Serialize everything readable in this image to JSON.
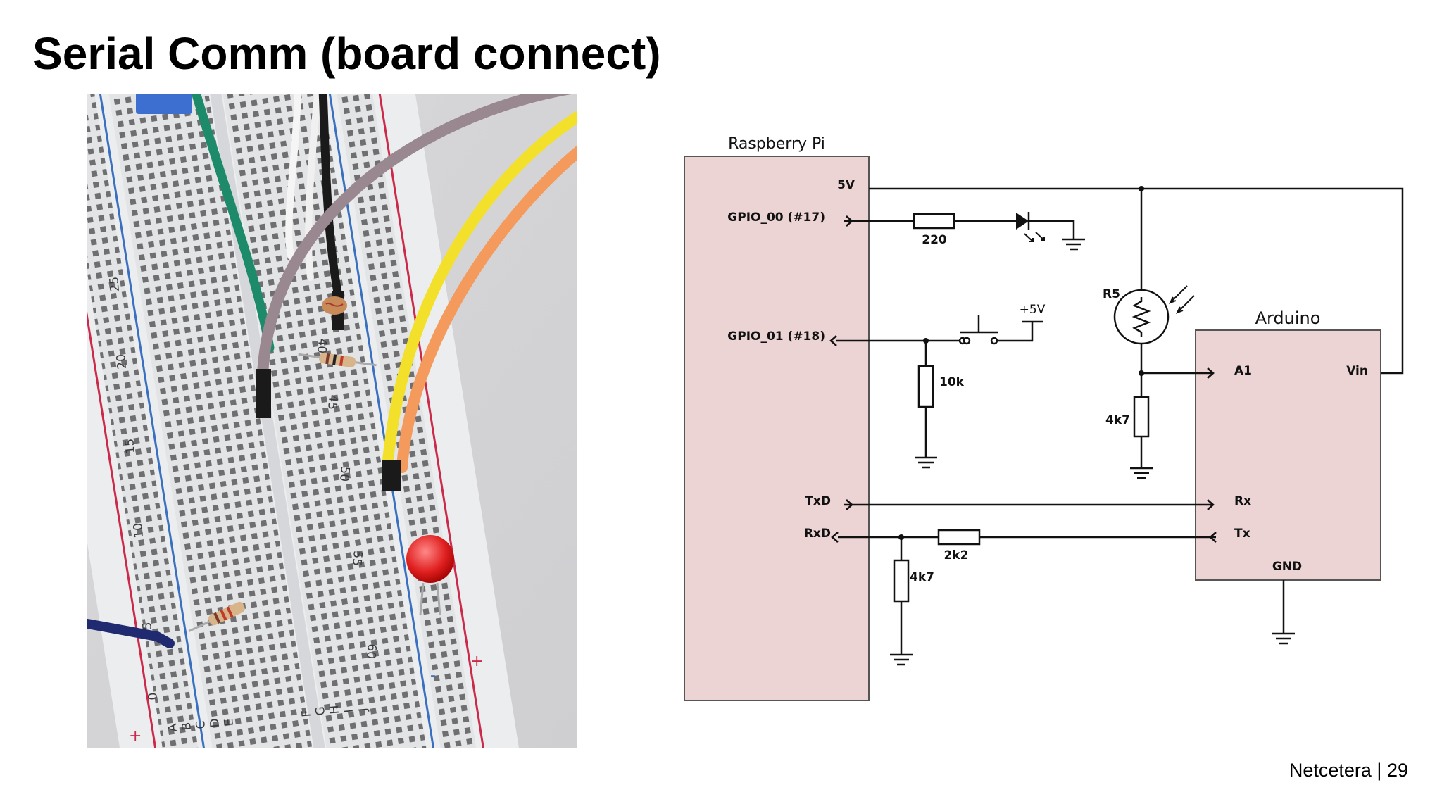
{
  "slide": {
    "title": "Serial Comm (board connect)",
    "footer": {
      "company": "Netcetera",
      "separator": "|",
      "page_number": "29"
    }
  },
  "photo": {
    "subject": "breadboard-with-wires-resistors-photoresistor-and-red-led",
    "row_numbers": [
      "0",
      "5",
      "10",
      "15",
      "20",
      "25",
      "40",
      "45",
      "50",
      "55",
      "60"
    ],
    "column_letters_left": [
      "A",
      "B",
      "C",
      "D",
      "E"
    ],
    "column_letters_right": [
      "F",
      "G",
      "H",
      "I",
      "J"
    ],
    "rail_signs": [
      "+",
      "-",
      "+"
    ]
  },
  "schematic": {
    "raspberry_pi": {
      "title": "Raspberry Pi",
      "pins": {
        "5v": "5V",
        "gpio00": "GPIO_00 (#17)",
        "gpio01": "GPIO_01 (#18)",
        "txd": "TxD",
        "rxd": "RxD"
      }
    },
    "arduino": {
      "title": "Arduino",
      "pins": {
        "a1": "A1",
        "vin": "Vin",
        "rx": "Rx",
        "tx": "Tx",
        "gnd": "GND"
      }
    },
    "components": {
      "r_220": "220",
      "r_10k": "10k",
      "r_4k7_photo": "4k7",
      "r_2k2": "2k2",
      "r_4k7_divider": "4k7",
      "photoresistor": "R5",
      "supply": "+5V"
    },
    "colors": {
      "box_fill": "#ecd4d4",
      "box_stroke": "#555555",
      "wire": "#111111"
    }
  }
}
